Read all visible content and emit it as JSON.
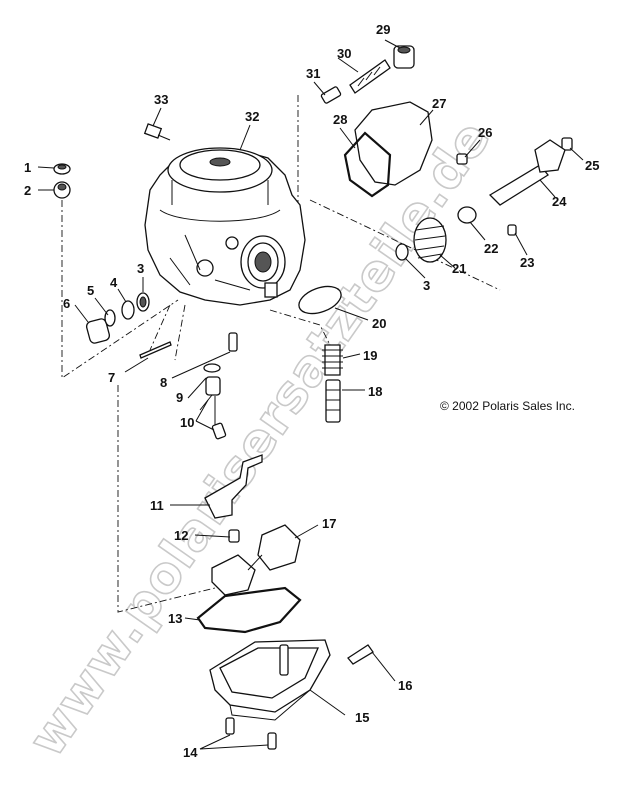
{
  "diagram": {
    "watermark": "www.polarisersatzteile.de",
    "copyright": "© 2002 Polaris Sales Inc.",
    "callouts": [
      "1",
      "2",
      "3",
      "4",
      "5",
      "6",
      "7",
      "8",
      "9",
      "10",
      "11",
      "12",
      "13",
      "14",
      "15",
      "16",
      "17",
      "18",
      "19",
      "20",
      "21",
      "22",
      "23",
      "24",
      "25",
      "26",
      "27",
      "28",
      "29",
      "30",
      "31",
      "32",
      "33"
    ],
    "callout_3b": "3"
  }
}
